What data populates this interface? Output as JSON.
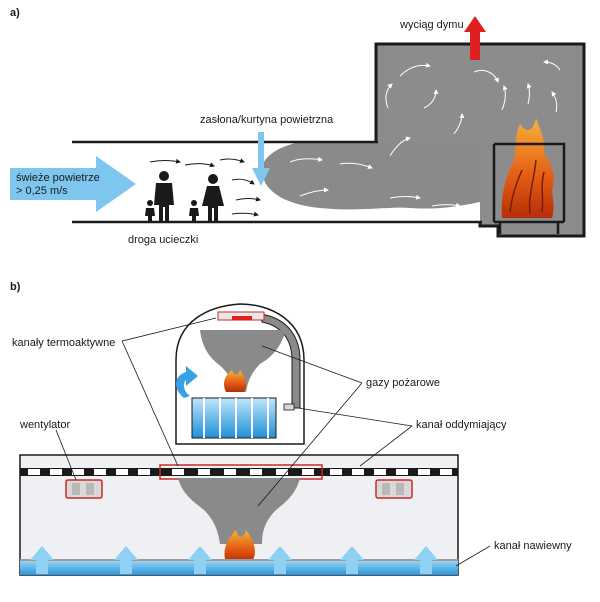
{
  "diagram_a": {
    "label": "a)",
    "fresh_air": {
      "line1": "świeże powietrze",
      "line2": "> 0,25 m/s"
    },
    "air_curtain": "zasłona/kurtyna powietrzna",
    "smoke_exhaust": "wyciąg dymu",
    "escape_route": "droga ucieczki"
  },
  "diagram_b": {
    "label": "b)",
    "thermoactive_channels": "kanały termoaktywne",
    "fire_gases": "gazy pożarowe",
    "fan": "wentylator",
    "smoke_channel": "kanał oddymiający",
    "supply_channel": "kanał nawiewny"
  },
  "colors": {
    "smoke": "#8a8a8a",
    "room": "#8c8c8c",
    "fresh_air": "#7fc6ef",
    "exhaust_arrow": "#e02020",
    "fire": "#e8601a",
    "tunnel_bg": "#eef0f3"
  }
}
